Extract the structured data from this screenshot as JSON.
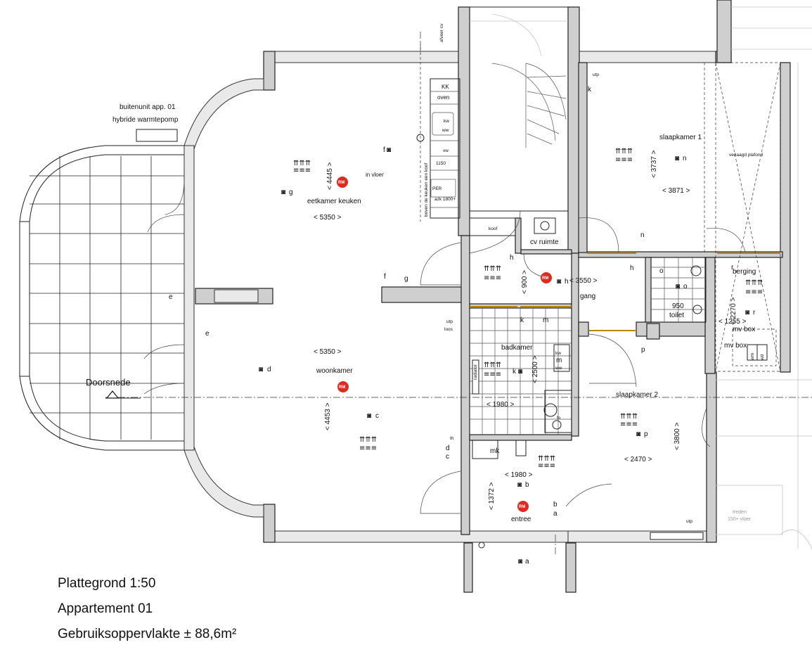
{
  "title_block": {
    "line1": "Plattegrond 1:50",
    "line2": "Appartement 01",
    "line3": "Gebruiksoppervlakte ± 88,6m²"
  },
  "outdoor_unit": {
    "line1": "buitenunit app. 01",
    "line2": "hybride warmtepomp"
  },
  "section_label": "Doorsnede",
  "rooms": {
    "eetkamer": {
      "name": "eetkamer keuken",
      "width": "< 5350 >",
      "depth": "< 4445 >"
    },
    "woonkamer": {
      "name": "woonkamer",
      "width": "< 5350 >",
      "depth": "< 4453 >"
    },
    "slaapkamer1": {
      "name": "slaapkamer 1",
      "width": "< 3871 >",
      "depth": "< 3737 >"
    },
    "slaapkamer2": {
      "name": "slaapkamer 2",
      "width": "< 2470 >",
      "depth": "< 3800 >"
    },
    "cv": {
      "name": "cv ruimte"
    },
    "gang": {
      "name": "gang",
      "width": "< 3550 >",
      "depth": "< 900 >"
    },
    "badkamer": {
      "name": "badkamer",
      "width": "< 1980 >",
      "depth": "< 2500 >"
    },
    "toilet": {
      "name": "toilet",
      "width": "950"
    },
    "berging": {
      "name": "berging",
      "width": "< 1255 >",
      "depth": "< 2270 >"
    },
    "entree": {
      "name": "entree",
      "width": "< 1980 >",
      "depth": "< 1372 >"
    }
  },
  "kitchen": {
    "items": [
      "KK",
      "oven",
      "kw",
      "ww",
      "vw",
      "1150",
      "PER",
      "azk 1800+"
    ],
    "vertical_note": "boven de keuken een koof",
    "koof": "koof",
    "afvoer": "afvoer cv"
  },
  "labels": {
    "in_vloer": "in vloer",
    "verlaagd_plafond": "verlaagd plafond",
    "mv_box_1": "mv box",
    "mv_box_2": "mv box",
    "mk": "mk",
    "radiator": "radiator",
    "treden": "treden",
    "treden_sub": "150+ vloer",
    "utp": "utp",
    "loos": "loos",
    "th": "th",
    "kw": "kw",
    "ww": "ww",
    "wm": "wm",
    "wd": "wd",
    "fo": "fo"
  },
  "letters": [
    "a",
    "b",
    "c",
    "d",
    "e",
    "f",
    "g",
    "h",
    "k",
    "m",
    "n",
    "o",
    "p",
    "r"
  ],
  "rm_badge": "RM",
  "colors": {
    "wall": "#cfcfcf",
    "rm": "#e02a1f",
    "door_gold": "#b8860b"
  }
}
